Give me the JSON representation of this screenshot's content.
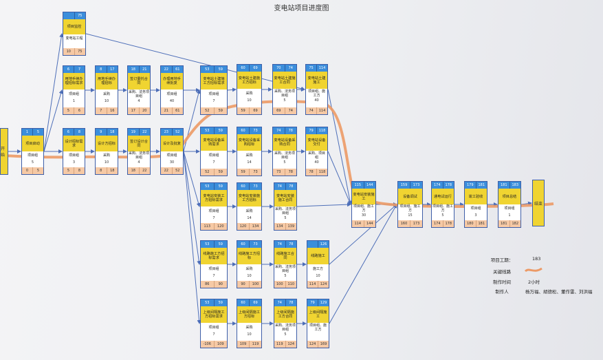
{
  "title": "变电站项目进度图",
  "start_label": "开始",
  "end_label": "结束",
  "colors": {
    "node_border": "#3d5ea8",
    "header": "#3b8edb",
    "title_fill": "#f0d431",
    "footer": "#f6c9a5",
    "arrow": "#4d6eb8",
    "critical_path": "#ec9a66"
  },
  "nodes": [
    {
      "id": "n1",
      "top": [
        "1",
        "5"
      ],
      "title": "项目启动",
      "owner": "项目组",
      "duration": "5",
      "bottom": [
        "0",
        "5"
      ]
    },
    {
      "id": "n2",
      "top": [
        "",
        "75"
      ],
      "title": "项目监控",
      "owner": "变电站工程",
      "duration": "",
      "bottom": [
        "10",
        "75"
      ]
    },
    {
      "id": "n3",
      "top": [
        "6",
        "7"
      ],
      "title": "用地手续办理招标需求",
      "owner": "项目组",
      "duration": "1",
      "bottom": [
        "5",
        "6"
      ]
    },
    {
      "id": "n4",
      "top": [
        "8",
        "17"
      ],
      "title": "用地手续办理招标",
      "owner": "采购",
      "duration": "10",
      "bottom": [
        "7",
        "16"
      ]
    },
    {
      "id": "n5",
      "top": [
        "18",
        "21"
      ],
      "title": "签订委托合同",
      "owner": "采购、法务项目组",
      "duration": "4",
      "bottom": [
        "17",
        "20"
      ]
    },
    {
      "id": "n6",
      "top": [
        "22",
        "61"
      ],
      "title": "办理用地手续批复",
      "owner": "项目组",
      "duration": "40",
      "bottom": [
        "21",
        "61"
      ]
    },
    {
      "id": "n7",
      "top": [
        "6",
        "8"
      ],
      "title": "设计招标需求",
      "owner": "项目组",
      "duration": "3",
      "bottom": [
        "5",
        "8"
      ]
    },
    {
      "id": "n8",
      "top": [
        "9",
        "18"
      ],
      "title": "设计方招标",
      "owner": "采购",
      "duration": "10",
      "bottom": [
        "8",
        "18"
      ]
    },
    {
      "id": "n9",
      "top": [
        "19",
        "22"
      ],
      "title": "签订设计合同",
      "owner": "采购、法务项目组",
      "duration": "4",
      "bottom": [
        "18",
        "22"
      ]
    },
    {
      "id": "n10",
      "top": [
        "23",
        "52"
      ],
      "title": "设计及批复",
      "owner": "项目组",
      "duration": "30",
      "bottom": [
        "22",
        "52"
      ]
    },
    {
      "id": "n11",
      "top": [
        "53",
        "59"
      ],
      "title": "变电站土建施工方招标需求",
      "owner": "项目组",
      "duration": "7",
      "bottom": [
        "52",
        "59"
      ]
    },
    {
      "id": "n12",
      "top": [
        "60",
        "69"
      ],
      "title": "变电站土建施工方招标",
      "owner": "采购",
      "duration": "10",
      "bottom": [
        "59",
        "69"
      ]
    },
    {
      "id": "n13",
      "top": [
        "70",
        "74"
      ],
      "title": "变电站土建施工合同",
      "owner": "采购、法务项目组",
      "duration": "5",
      "bottom": [
        "69",
        "74"
      ]
    },
    {
      "id": "n14",
      "top": [
        "75",
        "114"
      ],
      "title": "变电站土建施工",
      "owner": "项目组、施工方",
      "duration": "40",
      "bottom": [
        "74",
        "114"
      ]
    },
    {
      "id": "n15",
      "top": [
        "53",
        "59"
      ],
      "title": "变电站设备采购需求",
      "owner": "项目组",
      "duration": "7",
      "bottom": [
        "52",
        "59"
      ]
    },
    {
      "id": "n16",
      "top": [
        "60",
        "73"
      ],
      "title": "变电站设备采购招标",
      "owner": "采购",
      "duration": "14",
      "bottom": [
        "59",
        "73"
      ]
    },
    {
      "id": "n17",
      "top": [
        "74",
        "78"
      ],
      "title": "变电站设备采购合同",
      "owner": "采购、法务项目组",
      "duration": "5",
      "bottom": [
        "73",
        "78"
      ]
    },
    {
      "id": "n18",
      "top": [
        "79",
        "118"
      ],
      "title": "变电站设备交付",
      "owner": "采购、项目组",
      "duration": "40",
      "bottom": [
        "78",
        "118"
      ]
    },
    {
      "id": "n19",
      "top": [
        "53",
        "59"
      ],
      "title": "变电站安装工方招标需求",
      "owner": "项目组",
      "duration": "7",
      "bottom": [
        "113",
        "120"
      ]
    },
    {
      "id": "n20",
      "top": [
        "60",
        "73"
      ],
      "title": "变电站安装施工方招标",
      "owner": "采购",
      "duration": "14",
      "bottom": [
        "120",
        "134"
      ]
    },
    {
      "id": "n21",
      "top": [
        "74",
        "78"
      ],
      "title": "变电站安装施工合同",
      "owner": "采购、法务项目组",
      "duration": "5",
      "bottom": [
        "134",
        "139"
      ]
    },
    {
      "id": "n22",
      "top": [
        "115",
        "144"
      ],
      "title": "变电站安装施工",
      "owner": "项目组、施工方",
      "duration": "30",
      "bottom": [
        "114",
        "144"
      ]
    },
    {
      "id": "n23",
      "top": [
        "53",
        "59"
      ],
      "title": "线路施工方招标需求",
      "owner": "项目组",
      "duration": "7",
      "bottom": [
        "86",
        "90"
      ]
    },
    {
      "id": "n24",
      "top": [
        "60",
        "73"
      ],
      "title": "线路施工方招标",
      "owner": "采购",
      "duration": "10",
      "bottom": [
        "90",
        "100"
      ]
    },
    {
      "id": "n25",
      "top": [
        "74",
        "78"
      ],
      "title": "线路施工合同",
      "owner": "采购、法务项目组",
      "duration": "5",
      "bottom": [
        "100",
        "110"
      ]
    },
    {
      "id": "n26",
      "top": [
        "",
        "126"
      ],
      "title": "线路施工",
      "owner": "施工方",
      "duration": "10",
      "bottom": [
        "114",
        "124"
      ]
    },
    {
      "id": "n27",
      "top": [
        "53",
        "59"
      ],
      "title": "上级间隔施工方招标需求",
      "owner": "项目组",
      "duration": "7",
      "bottom": [
        "-106",
        "109"
      ]
    },
    {
      "id": "n28",
      "top": [
        "60",
        "69"
      ],
      "title": "上级间隔施工方招标",
      "owner": "采购",
      "duration": "10",
      "bottom": [
        "109",
        "119"
      ]
    },
    {
      "id": "n29",
      "top": [
        "74",
        "78"
      ],
      "title": "上级间隔施工方合同",
      "owner": "采购、法务项目组",
      "duration": "5",
      "bottom": [
        "119",
        "124"
      ]
    },
    {
      "id": "n30",
      "top": [
        "79",
        "129"
      ],
      "title": "上级间隔施工",
      "owner": "项目组、施工方",
      "duration": "",
      "bottom": [
        "124",
        "169"
      ]
    },
    {
      "id": "n31",
      "top": [
        "159",
        "173"
      ],
      "title": "设备调试",
      "owner": "项目组、施工方",
      "duration": "15",
      "bottom": [
        "160",
        "173"
      ]
    },
    {
      "id": "n32",
      "top": [
        "174",
        "178"
      ],
      "title": "通电试运行",
      "owner": "项目组、施工方",
      "duration": "5",
      "bottom": [
        "174",
        "178"
      ]
    },
    {
      "id": "n33",
      "top": [
        "179",
        "181"
      ],
      "title": "竣工验收",
      "owner": "项目组",
      "duration": "3",
      "bottom": [
        "180",
        "181"
      ]
    },
    {
      "id": "n34",
      "top": [
        "181",
        "183"
      ],
      "title": "项目总结",
      "owner": "项目组",
      "duration": "1",
      "bottom": [
        "181",
        "182"
      ]
    }
  ],
  "legend": {
    "duration_label": "项目工期：",
    "duration_value": "183",
    "critical_label": "关键线路",
    "time_label": "制作时间",
    "time_value": "2小时",
    "author_label": "制作人",
    "author_value": "杨万福、胡德松、董作雷、刘洪福"
  }
}
